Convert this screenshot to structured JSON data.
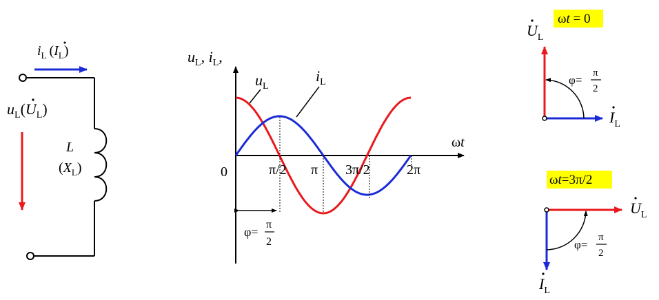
{
  "circuit": {
    "current_label": {
      "sym": "i",
      "sub": "L",
      "open": "(",
      "dot_sym": "I",
      "dot_sub": "L",
      "close": ")"
    },
    "voltage_label": {
      "sym": "u",
      "sub": "L",
      "open": "(",
      "dot_sym": "U",
      "dot_sub": "L",
      "close": ")"
    },
    "inductor_label": {
      "name": "L",
      "open": "(",
      "x_sym": "X",
      "x_sub": "L",
      "close": ")"
    }
  },
  "plot": {
    "y_axis_label": {
      "u": "u",
      "u_sub": "L",
      "sep": ", ",
      "i": "i",
      "i_sub": "L",
      "tail": ","
    },
    "x_axis_label": {
      "omega": "ω",
      "t": "t"
    },
    "series": [
      {
        "sym": "u",
        "sub": "L",
        "color": "#e8191c"
      },
      {
        "sym": "i",
        "sub": "L",
        "color": "#1a2bd6"
      }
    ],
    "ticks": [
      "0",
      "π/2",
      "π",
      "3π/2",
      "2π"
    ],
    "phase_label": {
      "phi": "φ",
      "eq": "=",
      "num": "π",
      "den": "2"
    }
  },
  "phasor_top": {
    "title": {
      "omega": "ω",
      "t": "t",
      "rest": " = 0"
    },
    "u_label": {
      "sym": "U",
      "sub": "L"
    },
    "i_label": {
      "sym": "I",
      "sub": "L"
    },
    "angle": {
      "phi": "φ",
      "eq": "=",
      "num": "π",
      "den": "2"
    }
  },
  "phasor_bottom": {
    "title": {
      "omega": "ω",
      "t": "t",
      "rest": "=3π/2"
    },
    "u_label": {
      "sym": "U",
      "sub": "L"
    },
    "i_label": {
      "sym": "I",
      "sub": "L"
    },
    "angle": {
      "phi": "φ",
      "eq": "=",
      "num": "π",
      "den": "2"
    }
  },
  "colors": {
    "voltage": "#e8191c",
    "current": "#1a2bd6",
    "highlight": "#ffff00",
    "ink": "#000000"
  }
}
